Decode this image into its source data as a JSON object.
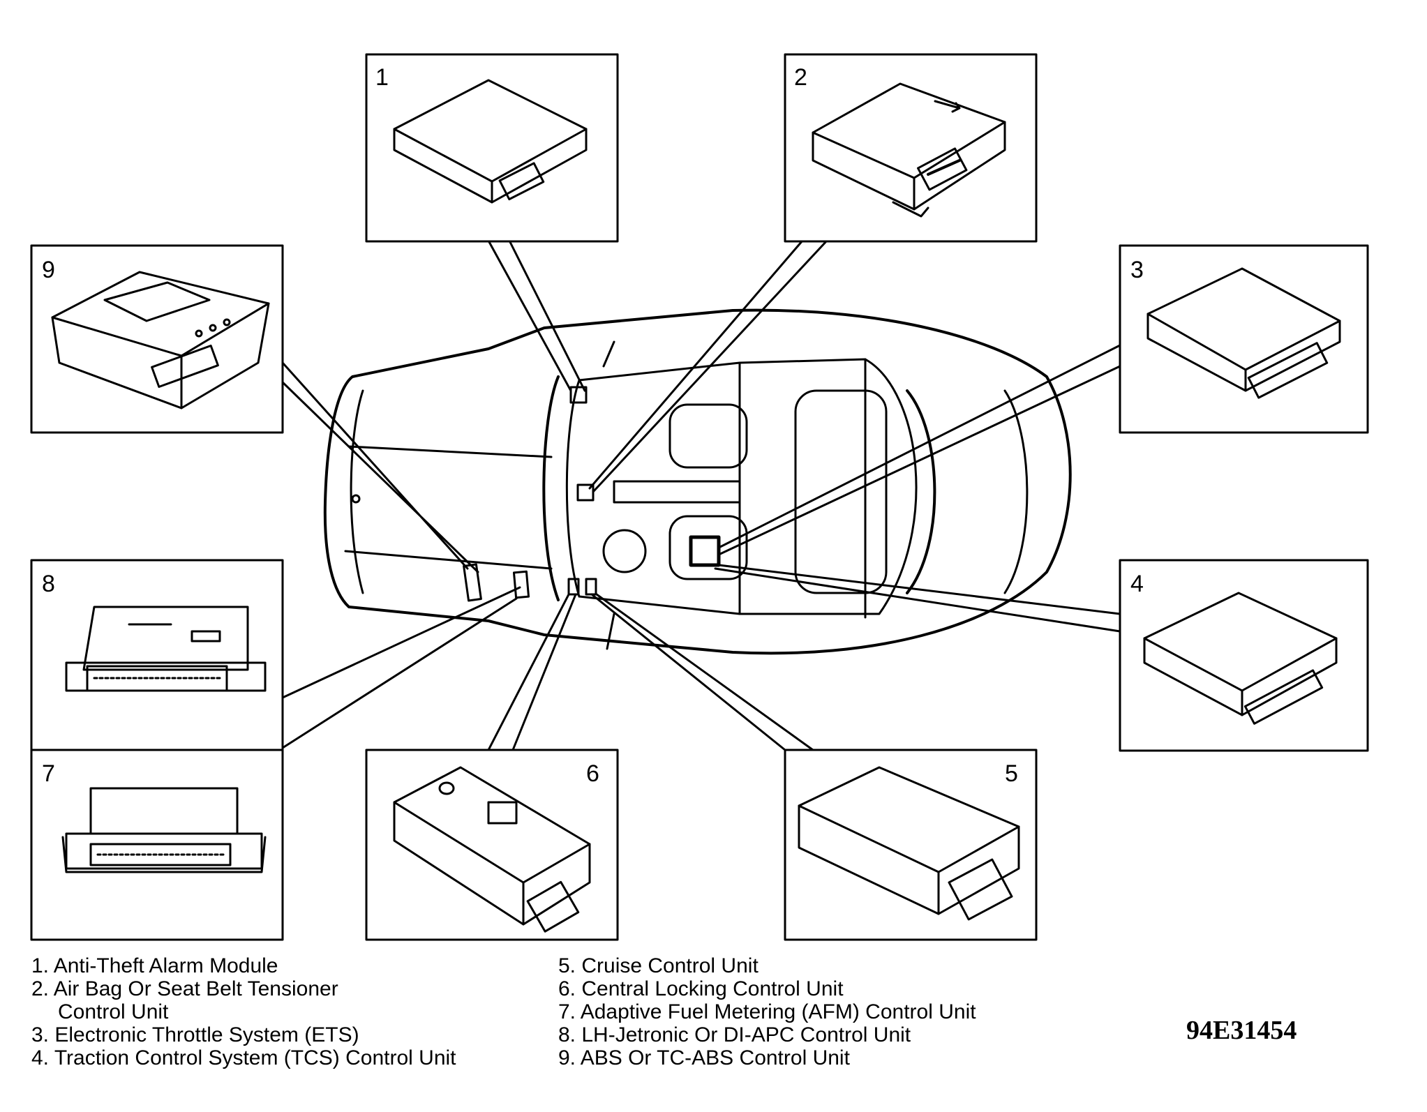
{
  "callouts": [
    {
      "number": "1"
    },
    {
      "number": "2"
    },
    {
      "number": "3"
    },
    {
      "number": "4"
    },
    {
      "number": "5"
    },
    {
      "number": "6"
    },
    {
      "number": "7"
    },
    {
      "number": "8"
    },
    {
      "number": "9"
    }
  ],
  "legend": {
    "left": [
      {
        "text": "1. Anti-Theft Alarm Module"
      },
      {
        "text": "2. Air Bag Or Seat Belt Tensioner"
      },
      {
        "text": "Control Unit"
      },
      {
        "text": "3. Electronic Throttle System (ETS)"
      },
      {
        "text": "4. Traction Control System (TCS) Control Unit"
      }
    ],
    "right": [
      {
        "text": "5. Cruise Control Unit"
      },
      {
        "text": "6. Central Locking Control Unit"
      },
      {
        "text": "7. Adaptive Fuel Metering (AFM) Control Unit"
      },
      {
        "text": "8. LH-Jetronic Or DI-APC Control Unit"
      },
      {
        "text": "9. ABS Or TC-ABS Control Unit"
      }
    ]
  },
  "figure_id": "94E31454"
}
